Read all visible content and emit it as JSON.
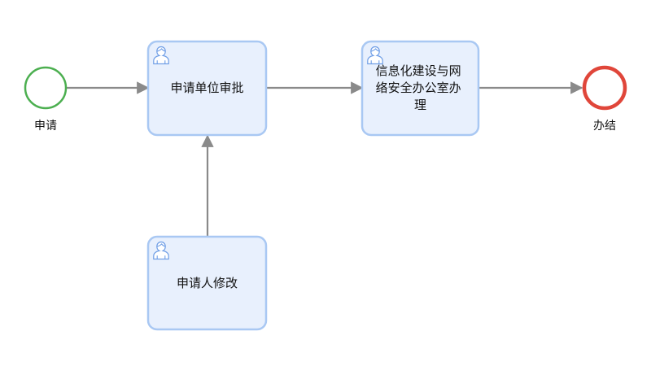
{
  "diagram": {
    "start_event": {
      "label": "申请",
      "color": "#4caf50"
    },
    "end_event": {
      "label": "办结",
      "color": "#e0463a"
    },
    "tasks": {
      "unit_approval": {
        "lines": [
          "申请单位审批"
        ],
        "type": "user-task"
      },
      "security_office": {
        "lines": [
          "信息化建设与网",
          "络安全办公室办",
          "理"
        ],
        "type": "user-task"
      },
      "applicant_modify": {
        "lines": [
          "申请人修改"
        ],
        "type": "user-task"
      }
    },
    "colors": {
      "task_fill": "#e8f0fd",
      "task_stroke": "#a9c8f3",
      "flow": "#8a8a8a",
      "user_icon": "#6f9ee6"
    }
  }
}
